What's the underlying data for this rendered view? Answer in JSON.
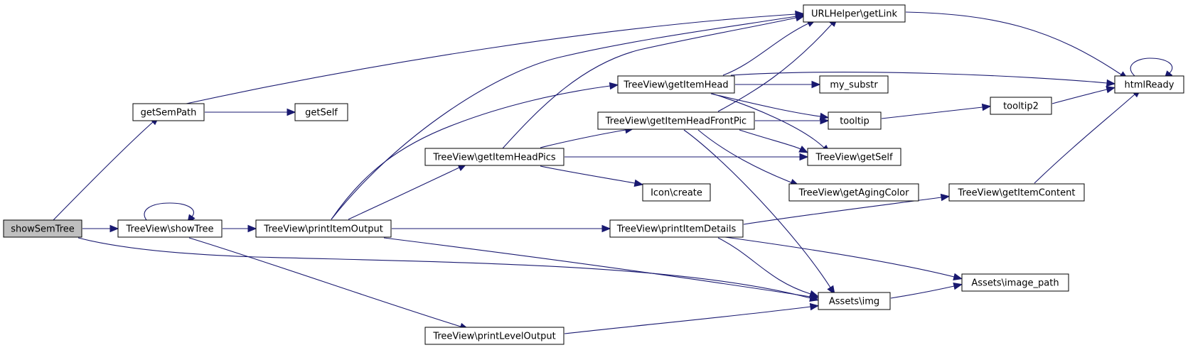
{
  "graph": {
    "nodes": {
      "showSemTree": "showSemTree",
      "getSemPath": "getSemPath",
      "getSelf": "getSelf",
      "showTree": "TreeView\\showTree",
      "printItemOutput": "TreeView\\printItemOutput",
      "printLevelOutput": "TreeView\\printLevelOutput",
      "getItemHeadPics": "TreeView\\getItemHeadPics",
      "getItemHead": "TreeView\\getItemHead",
      "getItemHeadFrontPic": "TreeView\\getItemHeadFrontPic",
      "printItemDetails": "TreeView\\printItemDetails",
      "iconCreate": "Icon\\create",
      "urlGetLink": "URLHelper\\getLink",
      "mySubstr": "my_substr",
      "tooltip": "tooltip",
      "tvGetSelf": "TreeView\\getSelf",
      "getAgingColor": "TreeView\\getAgingColor",
      "assetsImg": "Assets\\img",
      "tooltip2": "tooltip2",
      "getItemContent": "TreeView\\getItemContent",
      "imagePath": "Assets\\image_path",
      "htmlReady": "htmlReady"
    },
    "edges": [
      [
        "showSemTree",
        "getSemPath"
      ],
      [
        "showSemTree",
        "showTree"
      ],
      [
        "showSemTree",
        "assetsImg"
      ],
      [
        "getSemPath",
        "urlGetLink"
      ],
      [
        "getSemPath",
        "getSelf"
      ],
      [
        "showTree",
        "showTree"
      ],
      [
        "showTree",
        "printItemOutput"
      ],
      [
        "showTree",
        "printLevelOutput"
      ],
      [
        "printItemOutput",
        "urlGetLink"
      ],
      [
        "printItemOutput",
        "getItemHead"
      ],
      [
        "printItemOutput",
        "getItemHeadPics"
      ],
      [
        "printItemOutput",
        "printItemDetails"
      ],
      [
        "printItemOutput",
        "assetsImg"
      ],
      [
        "printLevelOutput",
        "assetsImg"
      ],
      [
        "getItemHeadPics",
        "urlGetLink"
      ],
      [
        "getItemHeadPics",
        "getItemHeadFrontPic"
      ],
      [
        "getItemHeadPics",
        "tvGetSelf"
      ],
      [
        "getItemHeadPics",
        "iconCreate"
      ],
      [
        "getItemHead",
        "urlGetLink"
      ],
      [
        "getItemHead",
        "htmlReady"
      ],
      [
        "getItemHead",
        "mySubstr"
      ],
      [
        "getItemHead",
        "tooltip"
      ],
      [
        "getItemHead",
        "tvGetSelf"
      ],
      [
        "getItemHeadFrontPic",
        "urlGetLink"
      ],
      [
        "getItemHeadFrontPic",
        "tooltip"
      ],
      [
        "getItemHeadFrontPic",
        "tvGetSelf"
      ],
      [
        "getItemHeadFrontPic",
        "getAgingColor"
      ],
      [
        "getItemHeadFrontPic",
        "assetsImg"
      ],
      [
        "printItemDetails",
        "getItemContent"
      ],
      [
        "printItemDetails",
        "assetsImg"
      ],
      [
        "printItemDetails",
        "imagePath"
      ],
      [
        "urlGetLink",
        "htmlReady"
      ],
      [
        "tooltip",
        "tooltip2"
      ],
      [
        "tooltip2",
        "htmlReady"
      ],
      [
        "getItemContent",
        "htmlReady"
      ],
      [
        "assetsImg",
        "imagePath"
      ],
      [
        "htmlReady",
        "htmlReady"
      ]
    ]
  }
}
